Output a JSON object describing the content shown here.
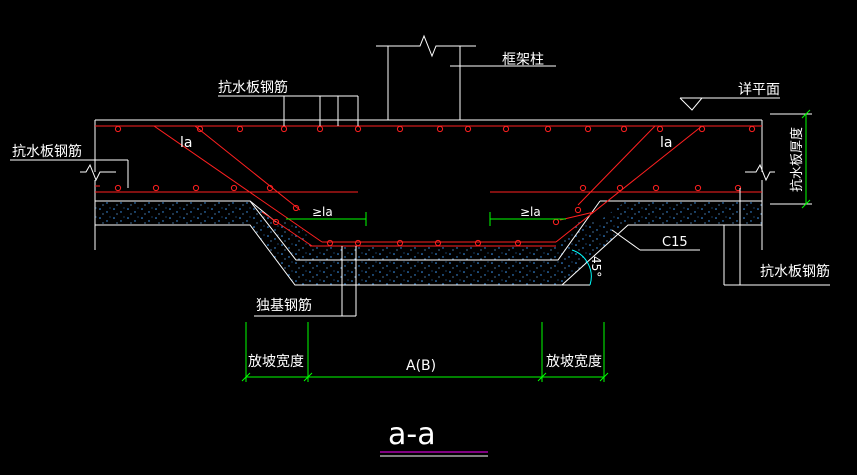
{
  "drawing": {
    "labels": {
      "frame_column": "框架柱",
      "slab_rebar_top": "抗水板钢筋",
      "slab_rebar_left": "抗水板钢筋",
      "slab_rebar_right": "抗水板钢筋",
      "see_plan": "详平面",
      "slab_thickness": "抗水板厚度",
      "anchor_left": "la",
      "anchor_right": "la",
      "anchor_bottom_left": "≥la",
      "anchor_bottom_right": "≥la",
      "concrete": "C15",
      "angle": "45°",
      "footing_rebar": "独基钢筋",
      "slope_width_left": "放坡宽度",
      "slope_width_right": "放坡宽度",
      "ab_dimension": "A(B)",
      "section_title": "a-a"
    },
    "colors": {
      "background": "#000000",
      "outline": "#ffffff",
      "rebar": "#ff2020",
      "dimension": "#00ff00",
      "concrete_dots": "#3fa0ff",
      "angle_arc": "#00ffff",
      "title_underline": "#ff00ff"
    }
  }
}
